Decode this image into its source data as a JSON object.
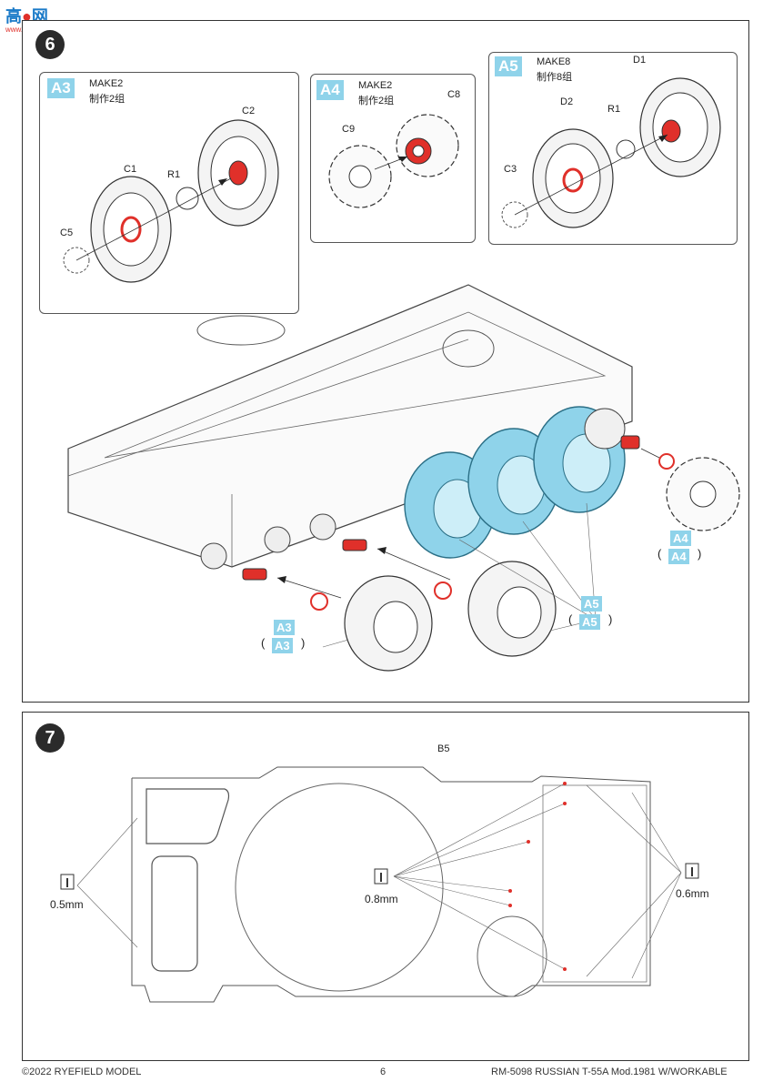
{
  "watermark": {
    "logo": "高",
    "logo_tail": "网",
    "url": "www.hobbysearch.com"
  },
  "step6": {
    "number": "6",
    "a3": {
      "tag": "A3",
      "make": "MAKE2",
      "make_cn": "制作2组",
      "parts": {
        "c2": "C2",
        "c1": "C1",
        "r1": "R1",
        "c5": "C5"
      }
    },
    "a4": {
      "tag": "A4",
      "make": "MAKE2",
      "make_cn": "制作2组",
      "parts": {
        "c8": "C8",
        "c9": "C9"
      }
    },
    "a5": {
      "tag": "A5",
      "make": "MAKE8",
      "make_cn": "制作8组",
      "parts": {
        "d1": "D1",
        "d2": "D2",
        "r1": "R1",
        "c3": "C3"
      }
    },
    "callouts": {
      "a4": "A4",
      "a4_paren": "A4",
      "a5": "A5",
      "a5_paren": "A5",
      "a3": "A3",
      "a3_paren": "A3"
    }
  },
  "step7": {
    "number": "7",
    "part": "B5",
    "drill_left": "0.5mm",
    "drill_mid": "0.8mm",
    "drill_right": "0.6mm"
  },
  "footer": {
    "copyright": "©2022 RYEFIELD MODEL",
    "page": "6",
    "product": "RM-5098 RUSSIAN T-55A Mod.1981 W/WORKABLE"
  },
  "colors": {
    "tag_blue": "#8fd3ea",
    "wheel_blue": "#8fd3ea",
    "accent_red": "#e0302a"
  }
}
